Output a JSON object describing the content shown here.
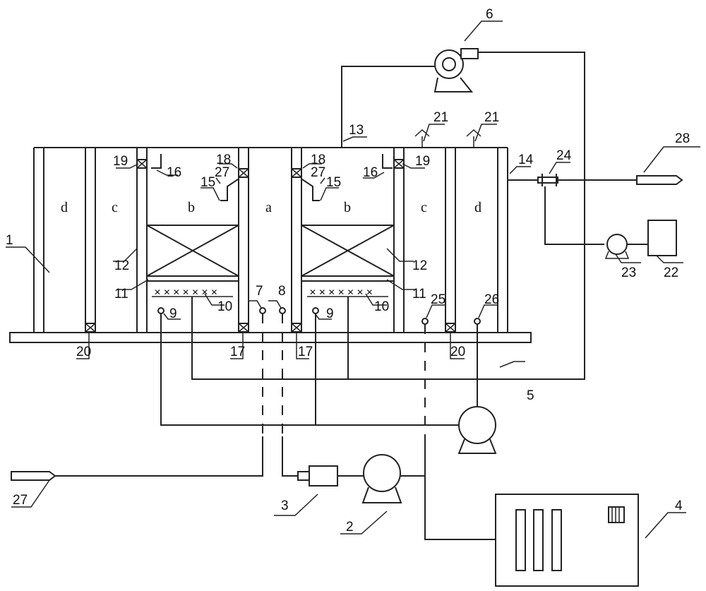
{
  "zones": {
    "a": "a",
    "b": "b",
    "c": "c",
    "d": "d"
  },
  "labels": {
    "l1": "1",
    "l2": "2",
    "l3": "3",
    "l4": "4",
    "l5": "5",
    "l6": "6",
    "l7": "7",
    "l8": "8",
    "l9": "9",
    "l10": "10",
    "l11": "11",
    "l12": "12",
    "l13": "13",
    "l14": "14",
    "l15": "15",
    "l16": "16",
    "l17": "17",
    "l18": "18",
    "l19": "19",
    "l20": "20",
    "l21": "21",
    "l22": "22",
    "l23": "23",
    "l24": "24",
    "l25": "25",
    "l26": "26",
    "l27": "27",
    "l28": "28"
  }
}
